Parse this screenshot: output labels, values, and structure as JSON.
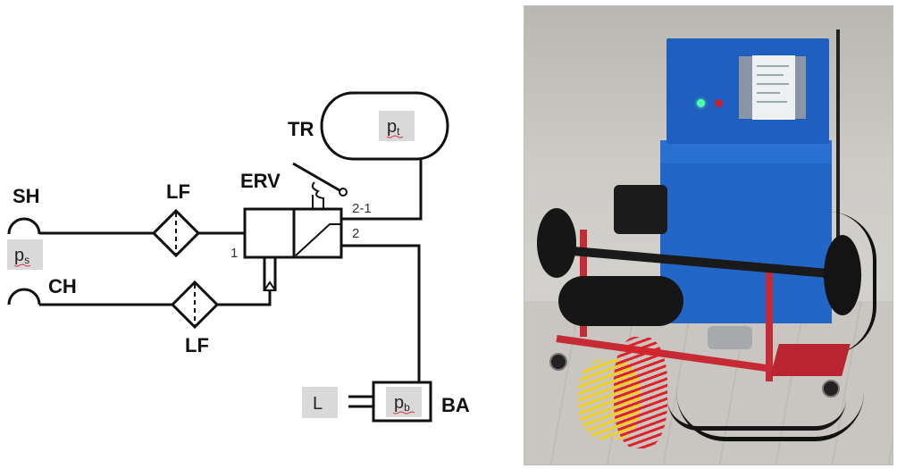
{
  "figure": {
    "panels": [
      "pneumatic-schematic",
      "test-bench-photo"
    ]
  },
  "schematic": {
    "components": {
      "SH": {
        "label": "SH",
        "description": "supply coupling head",
        "variable": {
          "symbol": "p",
          "subscript": "s"
        }
      },
      "CH": {
        "label": "CH",
        "description": "control coupling head"
      },
      "LF_supply": {
        "label": "LF",
        "description": "line filter (supply)"
      },
      "LF_control": {
        "label": "LF",
        "description": "line filter (control)"
      },
      "ERV": {
        "label": "ERV",
        "description": "emergency relay valve",
        "ports": [
          "1",
          "2-1",
          "2"
        ]
      },
      "TR": {
        "label": "TR",
        "description": "trailer reservoir",
        "variable": {
          "symbol": "p",
          "subscript": "t"
        }
      },
      "BA": {
        "label": "BA",
        "description": "brake actuator",
        "variable": {
          "symbol": "p",
          "subscript": "b"
        }
      },
      "L": {
        "label": "L",
        "description": "load"
      }
    },
    "connections": [
      [
        "SH",
        "LF_supply"
      ],
      [
        "LF_supply",
        "ERV.1"
      ],
      [
        "CH",
        "LF_control"
      ],
      [
        "LF_control",
        "ERV.control"
      ],
      [
        "ERV.2-1",
        "TR"
      ],
      [
        "ERV.2",
        "BA"
      ],
      [
        "L",
        "BA"
      ]
    ]
  },
  "photo": {
    "alt": "Trailer brake test bench: blue control cabinet with display, green and red indicator lights, axle with brake drums on red frame, air reservoir, yellow and red coiled hoses",
    "indicators": [
      {
        "name": "green-indicator",
        "color": "#4dffb0"
      },
      {
        "name": "red-indicator",
        "color": "#c82030"
      }
    ],
    "cabinet_color": "#2266c8",
    "frame_color": "#c62a35"
  }
}
